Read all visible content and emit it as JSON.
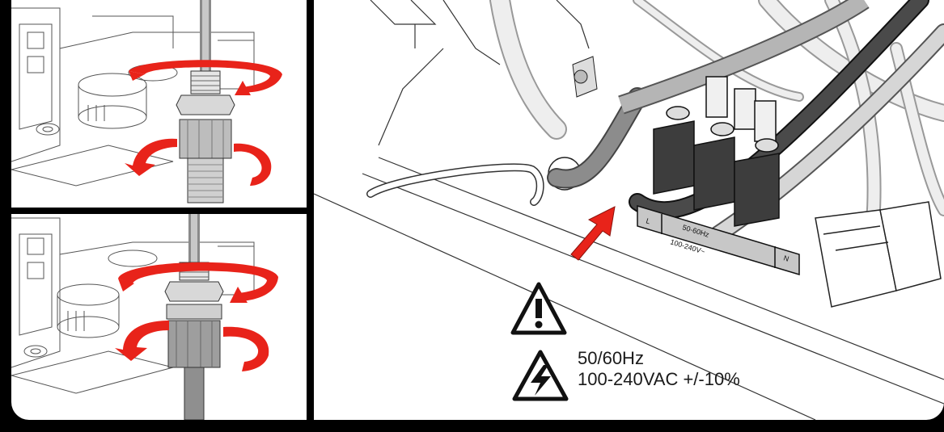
{
  "terminal_block": {
    "left_label": "L",
    "middle_label_top": "50-60Hz",
    "middle_label_bottom": "100-240V~",
    "right_label": "N"
  },
  "power_spec": {
    "frequency": "50/60Hz",
    "voltage": "100-240VAC +/-10%"
  },
  "icons": [
    "warning-icon",
    "electrical-hazard-icon",
    "rotation-arrow-icon",
    "insertion-arrow-icon"
  ],
  "colors": {
    "arrow_red": "#e8231a",
    "frame": "#000000",
    "cable_gray": "#b5b5b5",
    "cable_dark": "#4a4a4a"
  }
}
